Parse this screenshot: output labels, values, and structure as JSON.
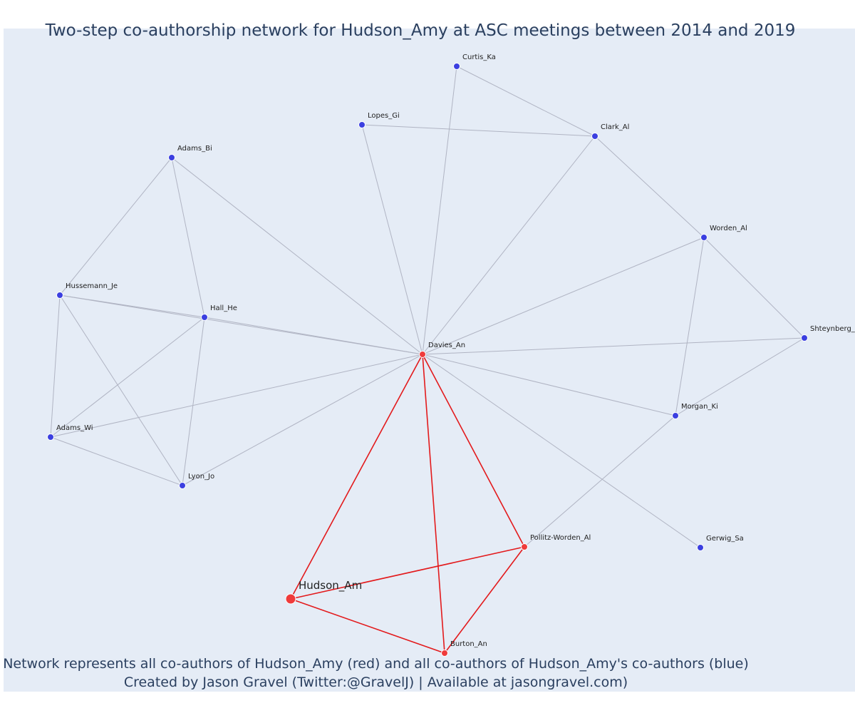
{
  "title": "Two-step co-authorship network for Hudson_Amy at ASC meetings between 2014 and 2019",
  "footer": {
    "line1": "Network represents all co-authors of Hudson_Amy (red) and all co-authors of Hudson_Amy's co-authors (blue)",
    "line2": "Created by Jason Gravel (Twitter:@GravelJ) | Available at jasongravel.com)"
  },
  "colors": {
    "red_node": "#ef3b3b",
    "blue_node": "#3b3fe0",
    "red_edge": "#e31a1c",
    "grey_edge": "#b0b4c3"
  },
  "nodes": [
    {
      "id": "Hudson_Am",
      "group": "focal"
    },
    {
      "id": "Davies_An",
      "group": "red"
    },
    {
      "id": "Pollitz-Worden_Al",
      "group": "red"
    },
    {
      "id": "Burton_An",
      "group": "red"
    },
    {
      "id": "Curtis_Ka",
      "group": "blue"
    },
    {
      "id": "Lopes_Gi",
      "group": "blue"
    },
    {
      "id": "Clark_Al",
      "group": "blue"
    },
    {
      "id": "Adams_Bi",
      "group": "blue"
    },
    {
      "id": "Worden_Al",
      "group": "blue"
    },
    {
      "id": "Hussemann_Je",
      "group": "blue"
    },
    {
      "id": "Hall_He",
      "group": "blue"
    },
    {
      "id": "Shteynberg_",
      "group": "blue"
    },
    {
      "id": "Morgan_Ki",
      "group": "blue"
    },
    {
      "id": "Adams_Wi",
      "group": "blue"
    },
    {
      "id": "Lyon_Jo",
      "group": "blue"
    },
    {
      "id": "Gerwig_Sa",
      "group": "blue"
    }
  ],
  "edges": [
    {
      "source": "Hudson_Am",
      "target": "Davies_An",
      "type": "red"
    },
    {
      "source": "Hudson_Am",
      "target": "Pollitz-Worden_Al",
      "type": "red"
    },
    {
      "source": "Hudson_Am",
      "target": "Burton_An",
      "type": "red"
    },
    {
      "source": "Davies_An",
      "target": "Pollitz-Worden_Al",
      "type": "red"
    },
    {
      "source": "Davies_An",
      "target": "Burton_An",
      "type": "red"
    },
    {
      "source": "Pollitz-Worden_Al",
      "target": "Burton_An",
      "type": "red"
    },
    {
      "source": "Davies_An",
      "target": "Curtis_Ka",
      "type": "grey"
    },
    {
      "source": "Davies_An",
      "target": "Lopes_Gi",
      "type": "grey"
    },
    {
      "source": "Davies_An",
      "target": "Clark_Al",
      "type": "grey"
    },
    {
      "source": "Davies_An",
      "target": "Adams_Bi",
      "type": "grey"
    },
    {
      "source": "Davies_An",
      "target": "Worden_Al",
      "type": "grey"
    },
    {
      "source": "Davies_An",
      "target": "Hussemann_Je",
      "type": "grey"
    },
    {
      "source": "Davies_An",
      "target": "Hall_He",
      "type": "grey"
    },
    {
      "source": "Davies_An",
      "target": "Shteynberg_",
      "type": "grey"
    },
    {
      "source": "Davies_An",
      "target": "Morgan_Ki",
      "type": "grey"
    },
    {
      "source": "Davies_An",
      "target": "Adams_Wi",
      "type": "grey"
    },
    {
      "source": "Davies_An",
      "target": "Lyon_Jo",
      "type": "grey"
    },
    {
      "source": "Davies_An",
      "target": "Gerwig_Sa",
      "type": "grey"
    },
    {
      "source": "Curtis_Ka",
      "target": "Clark_Al",
      "type": "grey"
    },
    {
      "source": "Lopes_Gi",
      "target": "Clark_Al",
      "type": "grey"
    },
    {
      "source": "Clark_Al",
      "target": "Worden_Al",
      "type": "grey"
    },
    {
      "source": "Worden_Al",
      "target": "Shteynberg_",
      "type": "grey"
    },
    {
      "source": "Worden_Al",
      "target": "Morgan_Ki",
      "type": "grey"
    },
    {
      "source": "Shteynberg_",
      "target": "Morgan_Ki",
      "type": "grey"
    },
    {
      "source": "Morgan_Ki",
      "target": "Pollitz-Worden_Al",
      "type": "grey"
    },
    {
      "source": "Adams_Bi",
      "target": "Hussemann_Je",
      "type": "grey"
    },
    {
      "source": "Adams_Bi",
      "target": "Hall_He",
      "type": "grey"
    },
    {
      "source": "Hussemann_Je",
      "target": "Hall_He",
      "type": "grey"
    },
    {
      "source": "Hussemann_Je",
      "target": "Adams_Wi",
      "type": "grey"
    },
    {
      "source": "Hussemann_Je",
      "target": "Lyon_Jo",
      "type": "grey"
    },
    {
      "source": "Hall_He",
      "target": "Adams_Wi",
      "type": "grey"
    },
    {
      "source": "Hall_He",
      "target": "Lyon_Jo",
      "type": "grey"
    },
    {
      "source": "Adams_Wi",
      "target": "Lyon_Jo",
      "type": "grey"
    }
  ]
}
